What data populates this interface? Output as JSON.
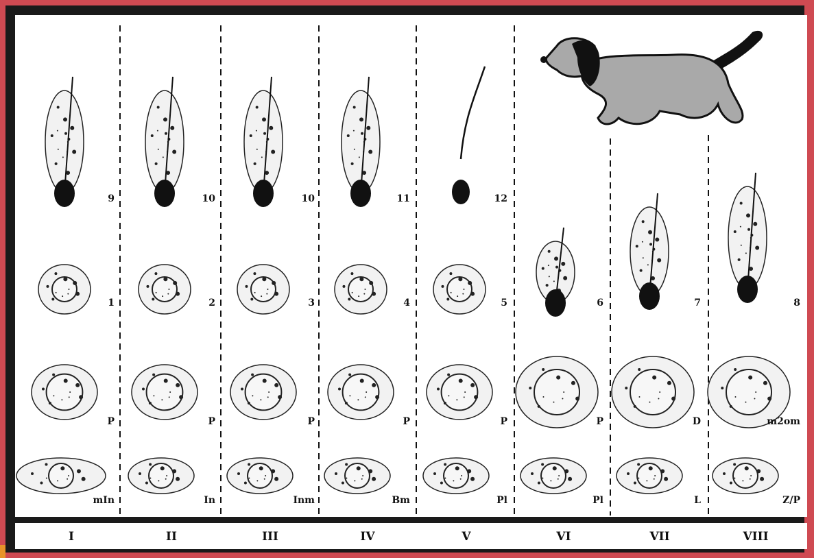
{
  "columns": [
    {
      "stage": "I",
      "labels": {
        "r1": "9",
        "r2": "1",
        "r3": "P",
        "r4": "mIn"
      }
    },
    {
      "stage": "II",
      "labels": {
        "r1": "10",
        "r2": "2",
        "r3": "P",
        "r4": "In"
      }
    },
    {
      "stage": "III",
      "labels": {
        "r1": "10",
        "r2": "3",
        "r3": "P",
        "r4": "Inm"
      }
    },
    {
      "stage": "IV",
      "labels": {
        "r1": "11",
        "r2": "4",
        "r3": "P",
        "r4": "Bm"
      }
    },
    {
      "stage": "V",
      "labels": {
        "r1": "12",
        "r2": "5",
        "r3": "P",
        "r4": "Pl"
      }
    },
    {
      "stage": "VI",
      "labels": {
        "r2": "6",
        "r3": "P",
        "r4": "Pl"
      }
    },
    {
      "stage": "VII",
      "labels": {
        "r2": "7",
        "r3": "D",
        "r4": "L"
      }
    },
    {
      "stage": "VIII",
      "labels": {
        "r2": "8",
        "r3": "m2om",
        "r4": "Z/P"
      }
    }
  ],
  "colors": {
    "frame": "#1a1a1a",
    "border": "#cf4a52",
    "dog_fill": "#a9a9a9",
    "dog_dark": "#111111"
  },
  "icons": {
    "dog": "dog-illustration"
  }
}
